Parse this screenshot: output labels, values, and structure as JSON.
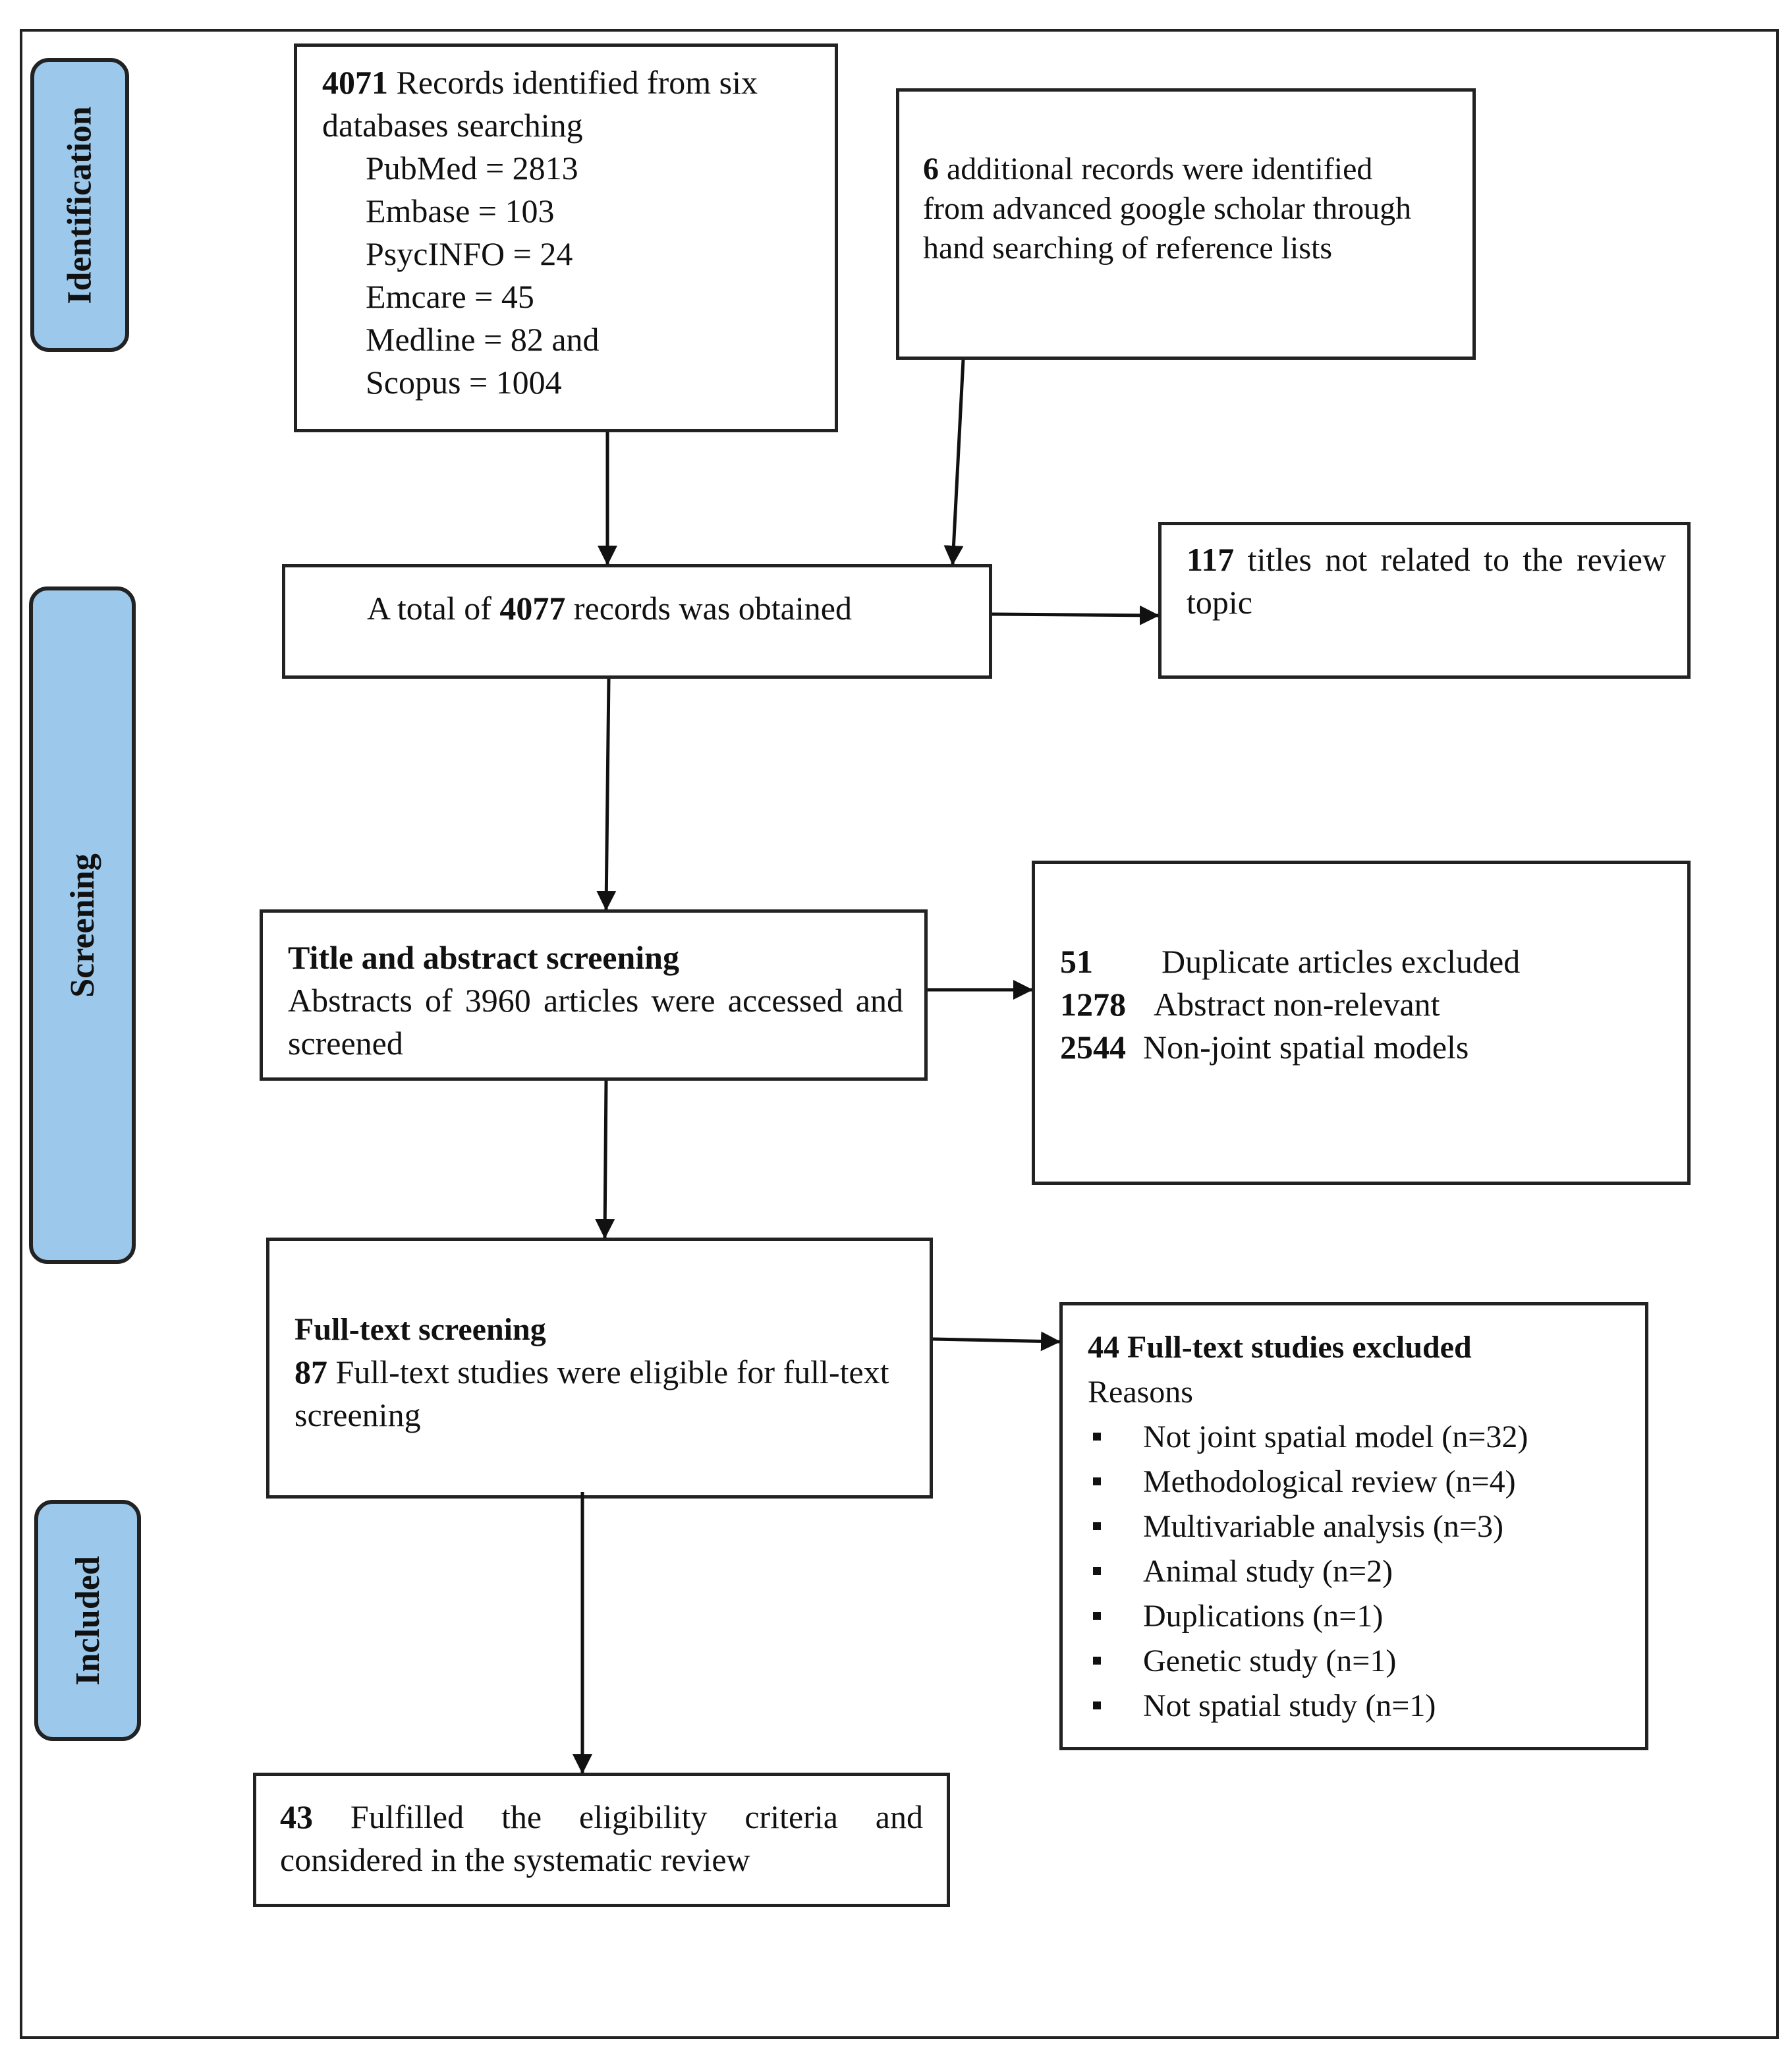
{
  "stages": {
    "identification": "Identification",
    "screening": "Screening",
    "included": "Included"
  },
  "identified": {
    "count": "4071",
    "text_line1": " Records identified from six",
    "text_line2": "databases searching",
    "databases": [
      "PubMed = 2813",
      "Embase = 103",
      "PsycINFO = 24",
      "Emcare = 45",
      "Medline = 82 and",
      "Scopus = 1004"
    ]
  },
  "additional": {
    "count": "6",
    "text_line1": " additional records were identified",
    "text_line2": "from advanced google scholar through",
    "text_line3": "hand searching of reference lists"
  },
  "total": {
    "prefix": "A total of ",
    "count": "4077",
    "suffix": " records was obtained"
  },
  "titles_excluded": {
    "count": "117",
    "text": " titles not related to the review topic"
  },
  "title_abstract": {
    "heading": "Title and abstract screening",
    "text": "Abstracts of 3960 articles were accessed and screened"
  },
  "abstract_excluded": [
    {
      "count": "51",
      "text": "Duplicate articles excluded"
    },
    {
      "count": "1278",
      "text": "Abstract non-relevant"
    },
    {
      "count": "2544",
      "text": "Non-joint spatial models"
    }
  ],
  "full_text": {
    "heading": "Full-text screening",
    "count": "87",
    "text": " Full-text studies were eligible for full-text screening"
  },
  "full_text_excluded": {
    "heading": "44 Full-text studies excluded",
    "reasons_label": "Reasons",
    "reasons": [
      "Not joint spatial model (n=32)",
      "Methodological review (n=4)",
      "Multivariable analysis (n=3)",
      "Animal study (n=2)",
      "Duplications (n=1)",
      "Genetic study (n=1)",
      "Not spatial study (n=1)"
    ]
  },
  "included": {
    "count": "43",
    "text": " Fulfilled the eligibility criteria and considered in the systematic review"
  }
}
